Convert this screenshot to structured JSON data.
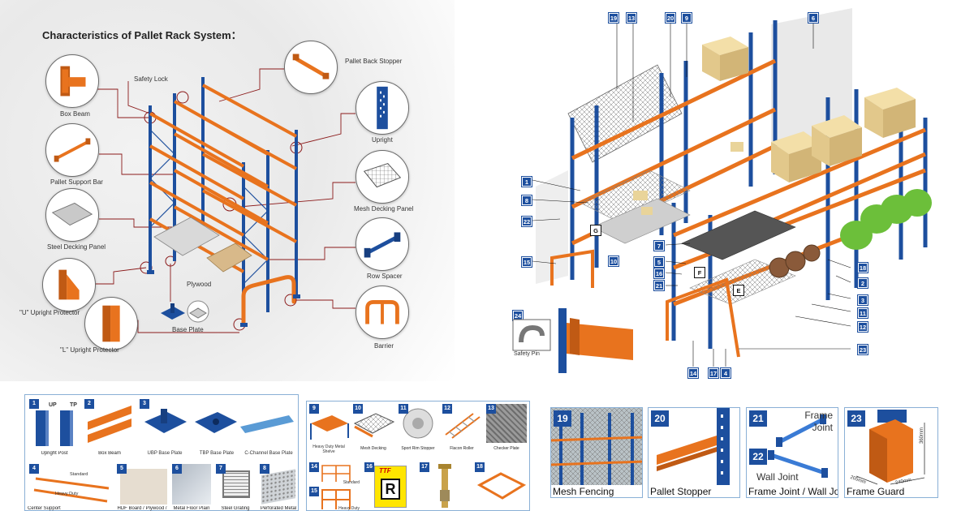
{
  "title": "Characteristics of Pallet Rack System：",
  "left_labels": {
    "box_beam": "Box Beam",
    "safety_lock": "Safety Lock",
    "pallet_back_stopper": "Pallet Back Stopper",
    "upright": "Upright",
    "pallet_support_bar": "Pallet Support Bar",
    "mesh_decking_panel": "Mesh Decking Panel",
    "steel_decking_panel": "Steel Decking Panel",
    "row_spacer": "Row Spacer",
    "plywood": "Plywood",
    "u_upright_protector": "\"U\" Upright Protector",
    "base_plate": "Base Plate",
    "l_upright_protector": "\"L\" Upright Protector",
    "barrier": "Barrier"
  },
  "right_badges": {
    "top": [
      "19",
      "13",
      "20",
      "9",
      "6"
    ],
    "left": [
      "1",
      "8",
      "22",
      "15",
      "7",
      "5",
      "16",
      "21"
    ],
    "right": [
      "18",
      "2",
      "3",
      "11",
      "12",
      "23"
    ],
    "bottom": [
      "14",
      "17",
      "4"
    ],
    "safety_pin_number": "24",
    "letters": [
      "G",
      "F",
      "E"
    ]
  },
  "safety_pin": "Safety Pin",
  "catalog": {
    "upright_post": {
      "num": "1",
      "label": "Upright Post",
      "up": "UP",
      "tp": "TP"
    },
    "box_beam": {
      "num": "2",
      "label": "Box Beam"
    },
    "base_plates": {
      "num": "3",
      "ubp": "UBP Base Plate",
      "tbp": "TBP Base Plate",
      "channel": "C-Channel Base Plate"
    },
    "center_support": {
      "num": "4",
      "label": "Center Support",
      "standard": "Standard",
      "heavy": "Heavy Duty"
    },
    "hdf_board": {
      "num": "5",
      "label": "HDF Board / Plywood /"
    },
    "metal_floor": {
      "num": "6",
      "label": "Metal Floor Plain"
    },
    "steel_grating": {
      "num": "7",
      "label": "Steel Grating"
    },
    "perforated": {
      "num": "8",
      "label": "Perforated Metal"
    },
    "heavy_shelve": {
      "num": "9",
      "label": "Heavy Duty Metal",
      "label2": "Shelve"
    },
    "mesh_decking": {
      "num": "10",
      "label": "Mesh Decking"
    },
    "sport_rim": {
      "num": "11",
      "label": "Sport Rim Stopper"
    },
    "flacon": {
      "num": "12",
      "label": "Flacon Roller"
    },
    "checker": {
      "num": "13",
      "label": "Checker Plate"
    },
    "standard_rail": {
      "num": "14",
      "label": "Standard"
    },
    "heavy_rail": {
      "num": "15",
      "label": "Heavy Duty"
    },
    "ttf": {
      "num": "16",
      "brand": "TTF",
      "letter": "R"
    },
    "anchor": {
      "num": "17"
    },
    "frame18": {
      "num": "18"
    }
  },
  "big_cells": {
    "mesh": {
      "num": "19",
      "label": "Mesh Fencing"
    },
    "stopper": {
      "num": "20",
      "label": "Pallet Stopper"
    },
    "frame_joint": {
      "num": "21",
      "num2": "22",
      "label1": "Frame",
      "label2": "Joint",
      "label3": "Wall Joint",
      "label": "Frame Joint / Wall Joint"
    },
    "guard": {
      "num": "23",
      "label": "Frame Guard",
      "dim_h": "360mm",
      "dim_a": "205mm",
      "dim_b": "240mm"
    }
  },
  "colors": {
    "blue": "#1d4f9e",
    "orange": "#e8731e",
    "grey": "#6b6b6b"
  }
}
